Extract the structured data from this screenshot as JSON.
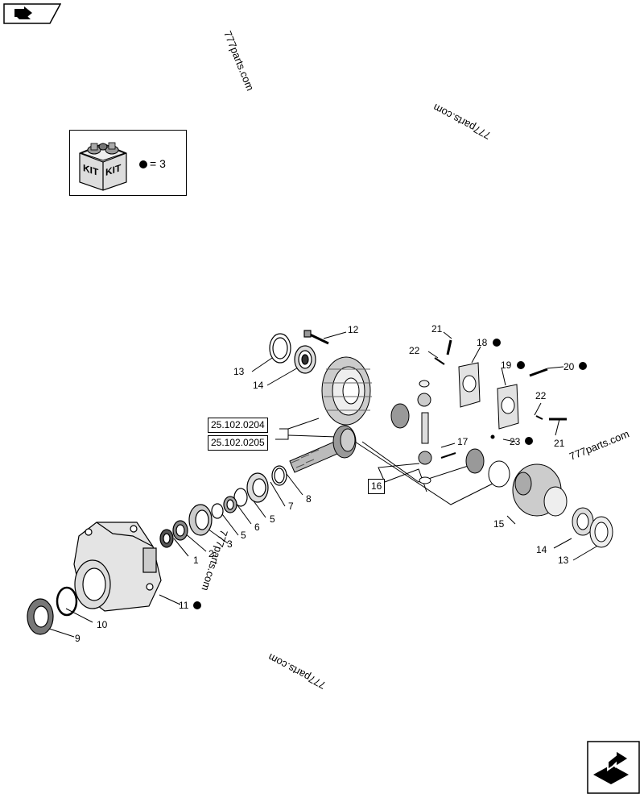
{
  "nav": {
    "prev_icon": "arrow-left-icon",
    "next_icon": "arrow-right-icon"
  },
  "kit": {
    "label_left": "KIT",
    "label_right": "KIT",
    "equation": "= 3",
    "icon": "kit-box-icon"
  },
  "watermarks": [
    "777parts.com",
    "777parts.com",
    "777parts.com",
    "777parts.com",
    "777parts.com"
  ],
  "references": [
    "25.102.0204",
    "25.102.0205",
    "16"
  ],
  "callouts": {
    "c1": "1",
    "c2": "2",
    "c3": "3",
    "c5a": "5",
    "c5b": "5",
    "c6": "6",
    "c7": "7",
    "c8": "8",
    "c9": "9",
    "c10": "10",
    "c11": "11",
    "c12": "12",
    "c13a": "13",
    "c13b": "13",
    "c14a": "14",
    "c14b": "14",
    "c15": "15",
    "c17": "17",
    "c18": "18",
    "c19": "19",
    "c20": "20",
    "c21a": "21",
    "c21b": "21",
    "c22a": "22",
    "c22b": "22",
    "c23": "23"
  }
}
